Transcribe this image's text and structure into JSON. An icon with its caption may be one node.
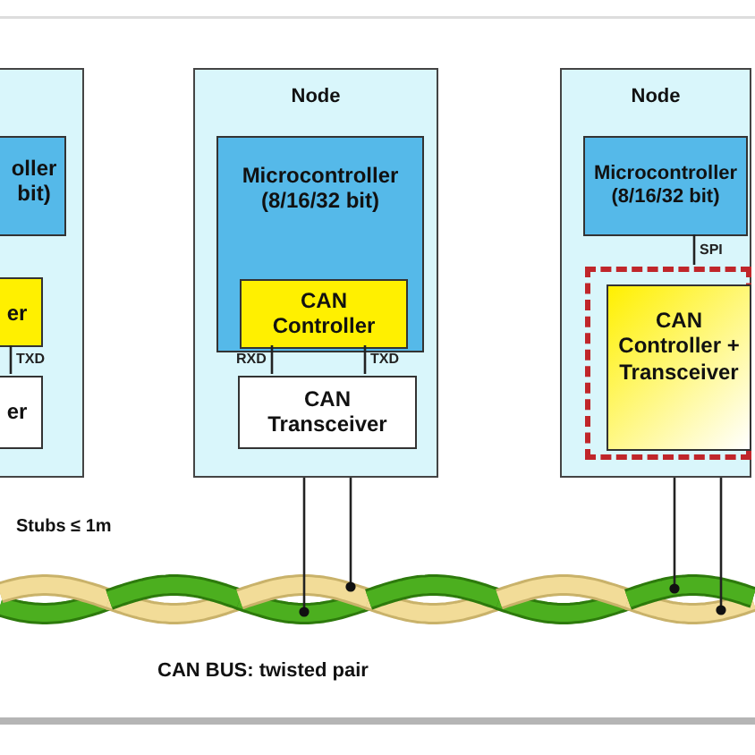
{
  "diagram": {
    "nodes": [
      {
        "text": [],
        "shape": "box"
      },
      {
        "text": [
          "oller bit)"
        ],
        "in": 0
      },
      {
        "text": [
          "er"
        ],
        "in": 0
      },
      {
        "text": [
          "er"
        ],
        "in": 0
      },
      {
        "text": [
          "Node"
        ]
      },
      {
        "text": [
          "Microcontroller (8/16/32 bit)"
        ],
        "in": 4
      },
      {
        "text": [
          "CAN Controller"
        ],
        "in": 5
      },
      {
        "text": [
          "CAN Transceiver"
        ],
        "in": 4
      },
      {
        "text": [
          "Node"
        ]
      },
      {
        "text": [
          "Microcontroller (8/16/32 bit)"
        ],
        "in": 8
      },
      {
        "text": [],
        "shape": "box",
        "in": 8
      },
      {
        "text": [
          "CAN Controller + Transceiver"
        ],
        "in": 10
      },
      {
        "text": [],
        "shape": "picture",
        "beside": [
          "CAN BUS: twisted pair"
        ]
      }
    ],
    "edges": [
      {
        "from": 2,
        "to": 3,
        "arrow": "none",
        "label": "TXD"
      },
      {
        "from": 6,
        "to": 7,
        "arrow": "none",
        "label": "RXD"
      },
      {
        "from": 6,
        "to": 7,
        "arrow": "none",
        "label": "TXD"
      },
      {
        "from": 9,
        "to": 10,
        "arrow": "none",
        "label": "SPI"
      },
      {
        "from": 4,
        "to": 12,
        "arrow": "other"
      },
      {
        "from": 4,
        "to": 12,
        "arrow": "other"
      },
      {
        "from": 8,
        "to": 12,
        "arrow": "other"
      },
      {
        "from": 8,
        "to": 12,
        "arrow": "other"
      }
    ],
    "labels": [
      "Stubs ≤ 1m"
    ]
  }
}
